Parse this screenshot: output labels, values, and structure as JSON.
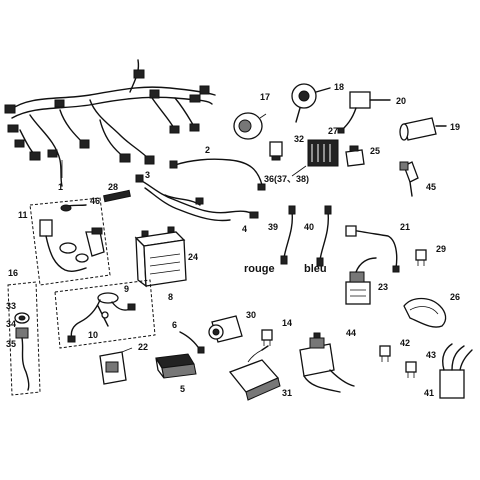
{
  "diagram": {
    "parts": {
      "p1": "1",
      "p2": "2",
      "p3": "3",
      "p4": "4",
      "p5": "5",
      "p6": "6",
      "p8": "8",
      "p9": "9",
      "p10": "10",
      "p11": "11",
      "p14": "14",
      "p16": "16",
      "p17": "17",
      "p18": "18",
      "p19": "19",
      "p20": "20",
      "p21": "21",
      "p22": "22",
      "p23": "23",
      "p24": "24",
      "p25": "25",
      "p26": "26",
      "p27": "27",
      "p28": "28",
      "p29": "29",
      "p30": "30",
      "p31": "31",
      "p32": "32",
      "p33": "33",
      "p34": "34",
      "p35": "35",
      "p36": "36(37、38)",
      "p39": "39",
      "p40": "40",
      "p41": "41",
      "p42": "42",
      "p43": "43",
      "p44": "44",
      "p45": "45",
      "p46": "46"
    },
    "labels": {
      "rouge": "rouge",
      "bleu": "bleu"
    }
  }
}
